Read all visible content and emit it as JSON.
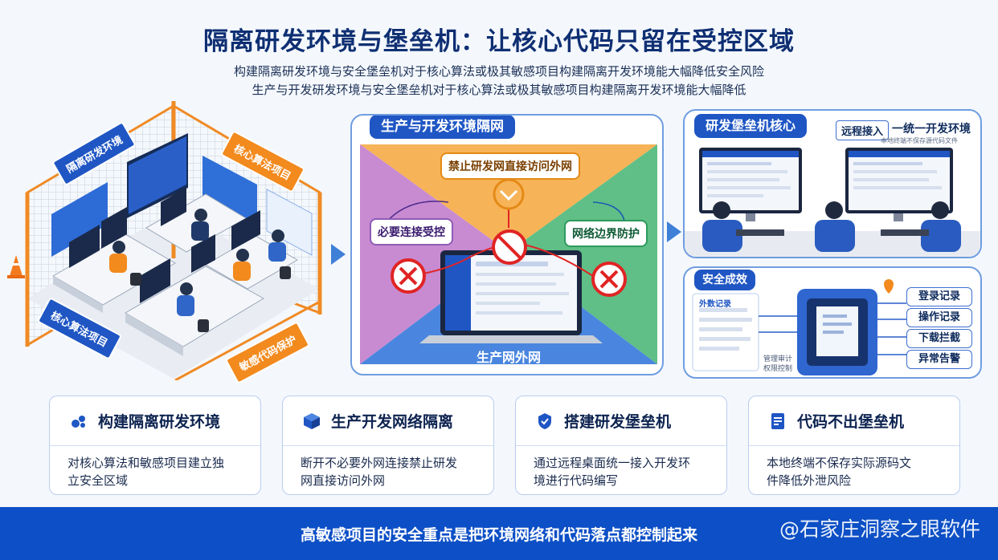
{
  "title": "隔离研发环境与堡垒机：让核心代码只留在受控区域",
  "subtitle_lines": [
    "构建隔离研发环境与安全堡垒机对于核心算法或极其敏感项目构建隔离开发环境能大幅降低安全风险",
    "生产与开发研发环境与安全堡垒机对于核心算法或极其敏感项目构建隔离开发环境能大幅降低"
  ],
  "left_scene": {
    "signs": [
      "隔离研发环境",
      "核心算法项目",
      "核心算法项目",
      "敏感代码保护"
    ]
  },
  "center_panel": {
    "title": "生产与开发环境隔网",
    "top_label": "禁止研发网直接访问外网",
    "left_label": "必要连接受控",
    "right_label": "网络边界防护",
    "bottom_label": "生产网外网"
  },
  "right_top": {
    "title": "研发堡垒机核心",
    "badge": "远程接入",
    "heading": "一统一开发环境",
    "caption": "本地终端不保存源代码文件"
  },
  "right_bottom": {
    "title": "安全成效",
    "mini_title": "外数记录",
    "mini_caption1": "管理审计",
    "mini_caption2": "权限控制",
    "logs": [
      "登录记录",
      "操作记录",
      "下载拦截",
      "异常告警"
    ]
  },
  "cards": [
    {
      "title": "构建隔离研发环境",
      "body_lines": [
        "对核心算法和敏感项目建立独",
        "立安全区域"
      ]
    },
    {
      "title": "生产开发网络隔离",
      "body_lines": [
        "断开不必要外网连接禁止研发",
        "网直接访问外网"
      ]
    },
    {
      "title": "搭建研发堡垒机",
      "body_lines": [
        "通过远程桌面统一接入开发环",
        "境进行代码编写"
      ]
    },
    {
      "title": "代码不出堡垒机",
      "body_lines": [
        "本地终端不保存实际源码文",
        "件降低外泄风险"
      ]
    }
  ],
  "footer": "高敏感项目的安全重点是把环境网络和代码落点都控制起来",
  "watermark": "@石家庄洞察之眼软件",
  "colors": {
    "brand_blue": "#1f56c4",
    "footer_blue": "#0c4fc6",
    "orange": "#f58a1f",
    "danger_red": "#e02424"
  }
}
